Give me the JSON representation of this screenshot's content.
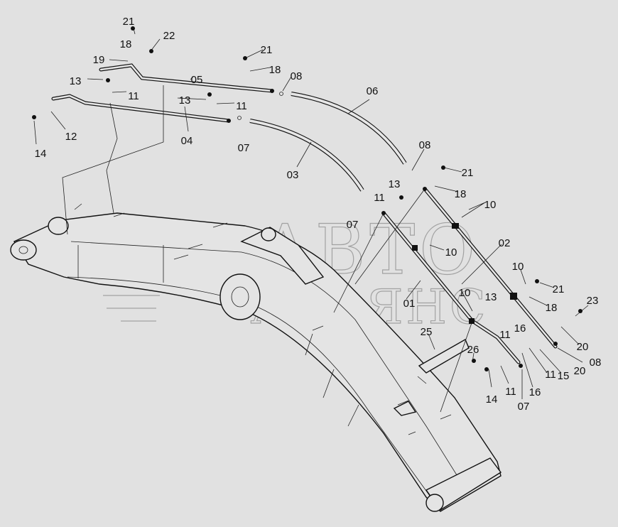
{
  "diagram": {
    "title": "Boom piping parts diagram",
    "watermark": {
      "line1": "АВТО",
      "line2": "АЛЬЯНС"
    },
    "labels": [
      "21",
      "22",
      "18",
      "19",
      "05",
      "21",
      "18",
      "08",
      "13",
      "11",
      "13",
      "11",
      "12",
      "14",
      "04",
      "07",
      "06",
      "03",
      "08",
      "21",
      "13",
      "18",
      "11",
      "10",
      "07",
      "02",
      "10",
      "10",
      "01",
      "10",
      "21",
      "13",
      "18",
      "23",
      "11",
      "16",
      "20",
      "25",
      "26",
      "08",
      "20",
      "15",
      "11",
      "14",
      "11",
      "16",
      "07"
    ],
    "colors": {
      "background": "#e1e1e1",
      "line": "#111111",
      "watermark": "#888888"
    }
  }
}
